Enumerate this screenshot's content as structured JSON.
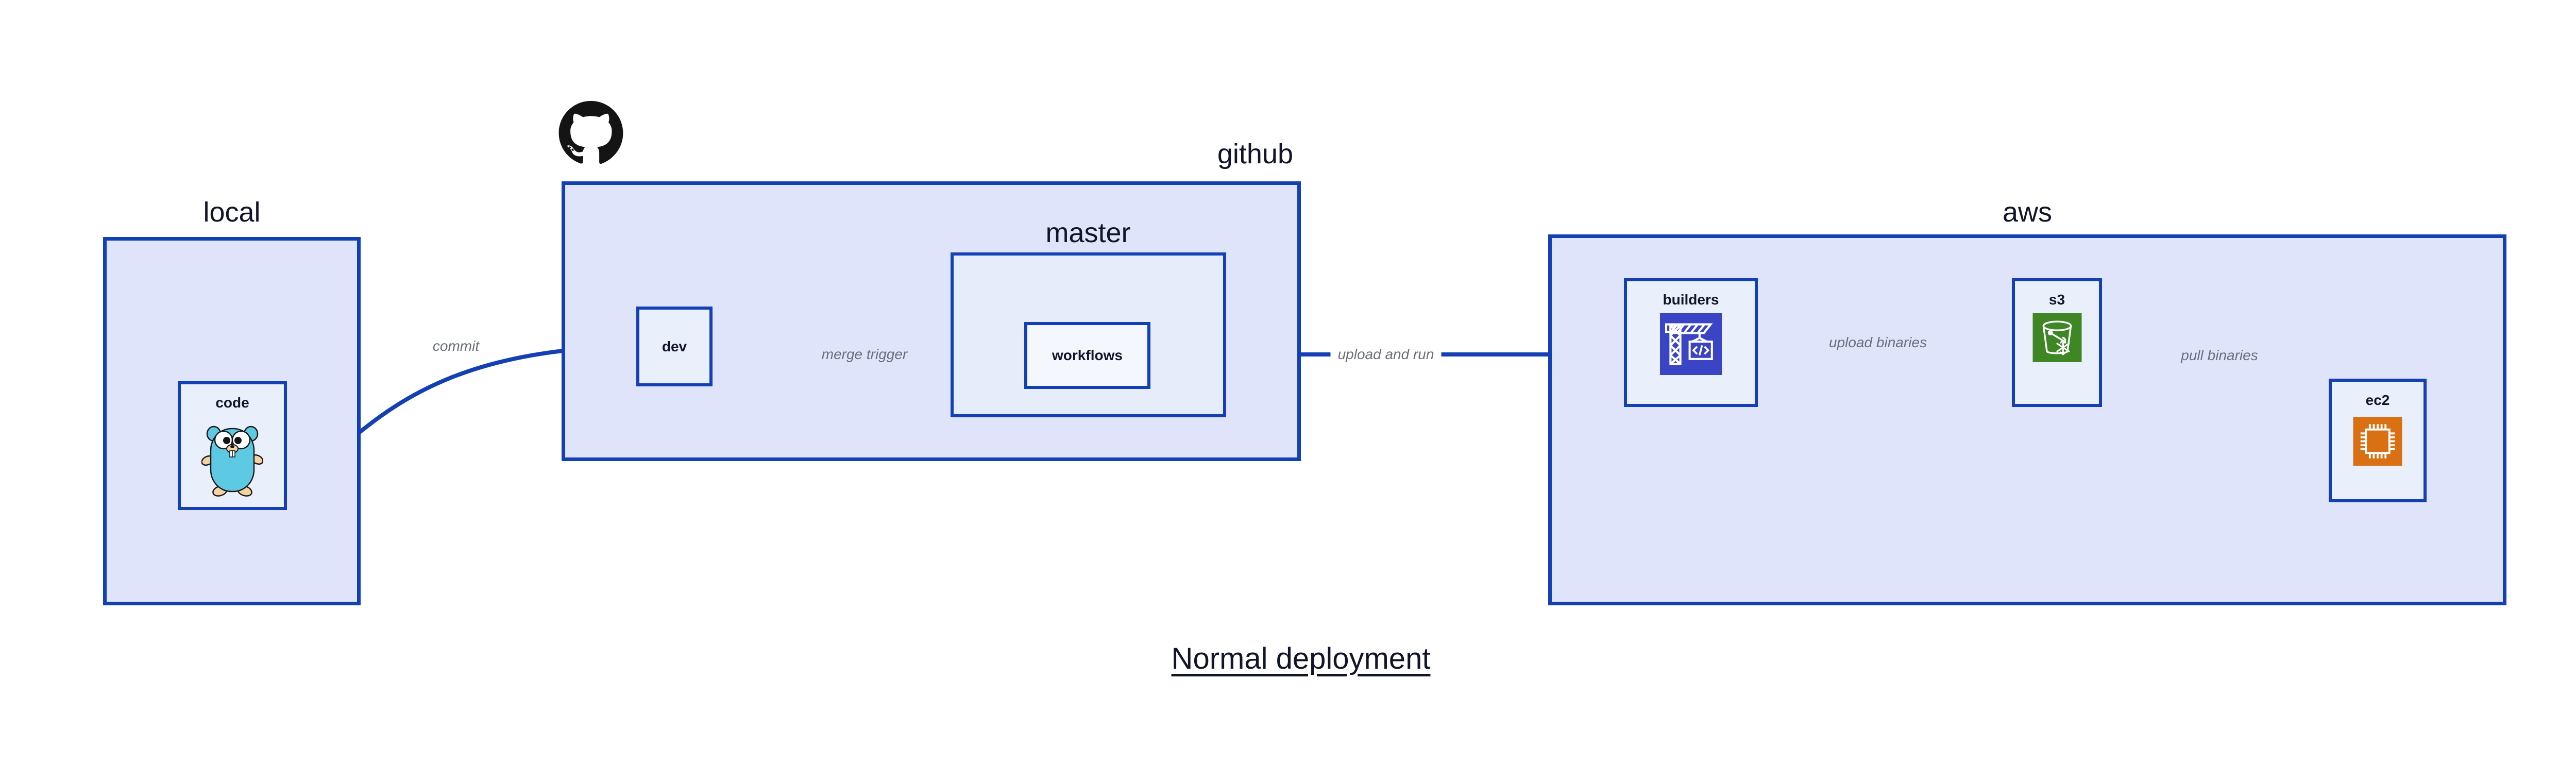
{
  "diagram": {
    "title": "Normal deployment",
    "colors": {
      "group_border": "#1340b5",
      "group_fill": "#dfe4fa",
      "group_fill_nested": "#e7ecfb",
      "node_fill": "#eaeffc",
      "node_fill_pale": "#f4f7fe",
      "edge_stroke": "#1340b5",
      "edge_label_text": "#6a6f7e",
      "label_text": "#11152a",
      "codebuild_blue": "#3b44c4",
      "s3_green": "#3f8624",
      "ec2_orange": "#da7014",
      "gopher_cyan": "#5dc9e2",
      "gopher_tan": "#f6d2a2",
      "github_black": "#141414"
    },
    "groups": [
      {
        "id": "local",
        "label": "local"
      },
      {
        "id": "github",
        "label": "github"
      },
      {
        "id": "master",
        "label": "master"
      },
      {
        "id": "aws",
        "label": "aws"
      }
    ],
    "nodes": [
      {
        "id": "code",
        "label": "code",
        "icon": "go-gopher-icon"
      },
      {
        "id": "dev",
        "label": "dev",
        "icon": ""
      },
      {
        "id": "workflows",
        "label": "workflows",
        "icon": ""
      },
      {
        "id": "builders",
        "label": "builders",
        "icon": "aws-codebuild-icon"
      },
      {
        "id": "s3",
        "label": "s3",
        "icon": "aws-s3-bucket-icon"
      },
      {
        "id": "ec2",
        "label": "ec2",
        "icon": "aws-ec2-chip-icon"
      }
    ],
    "edges": [
      {
        "id": "commit",
        "label": "commit",
        "from": "code",
        "to": "dev"
      },
      {
        "id": "merge-trigger",
        "label": "merge trigger",
        "from": "dev",
        "to": "workflows"
      },
      {
        "id": "upload-and-run",
        "label": "upload and run",
        "from": "workflows",
        "to": "builders"
      },
      {
        "id": "upload-binaries",
        "label": "upload binaries",
        "from": "builders",
        "to": "s3"
      },
      {
        "id": "pull-binaries",
        "label": "pull binaries",
        "from": "s3",
        "to": "ec2"
      }
    ],
    "logos": [
      {
        "id": "github-octocat",
        "name": "github-octocat-logo"
      }
    ]
  }
}
